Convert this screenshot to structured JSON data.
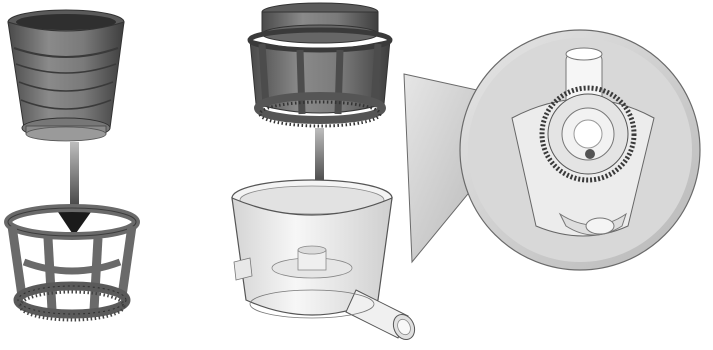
{
  "illustration": {
    "parts": [
      "strainer-cone",
      "rotating-brush-frame",
      "spinning-brush-with-strainer",
      "juicing-bowl",
      "bowl-detail-callout"
    ],
    "steps": [
      {
        "from": "strainer-cone",
        "to": "rotating-brush-frame",
        "direction": "down"
      },
      {
        "from": "spinning-brush-with-strainer",
        "to": "juicing-bowl",
        "direction": "down"
      }
    ],
    "colors": {
      "dark_part": "#6e6e6e",
      "dark_part_shade": "#4a4a4a",
      "light_part": "#d9d9d9",
      "bowl_fill": "#eeeeee",
      "outline": "#3c3c3c",
      "arrow": "#1a1a1a",
      "callout_fill": "#cfcfcf",
      "background": "#ffffff"
    },
    "icons": [
      "arrow-down-icon",
      "magnifier-callout-icon"
    ]
  }
}
